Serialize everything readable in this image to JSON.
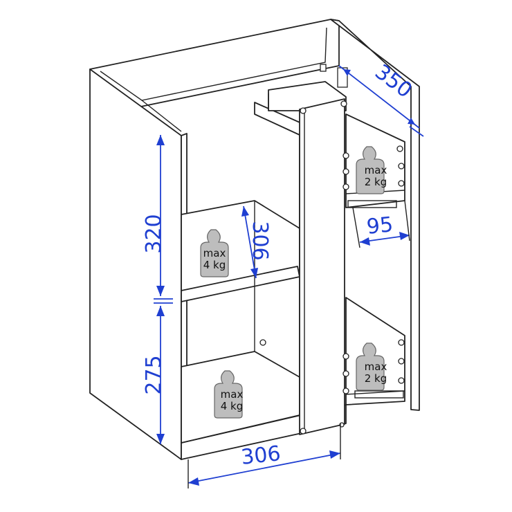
{
  "dimensions": {
    "width_top": "350",
    "height_upper": "320",
    "height_lower": "275",
    "shelf_depth": "306",
    "width_bottom": "306",
    "drawer_depth": "95"
  },
  "weights": {
    "shelf_upper": {
      "line1": "max",
      "line2": "4 kg"
    },
    "shelf_lower": {
      "line1": "max",
      "line2": "4 kg"
    },
    "drawer_upper": {
      "line1": "max",
      "line2": "2 kg"
    },
    "drawer_lower": {
      "line1": "max",
      "line2": "2 kg"
    }
  },
  "colors": {
    "dimension": "#1f3fd1",
    "weight_fill": "#bdbdbd",
    "line": "#222222"
  }
}
